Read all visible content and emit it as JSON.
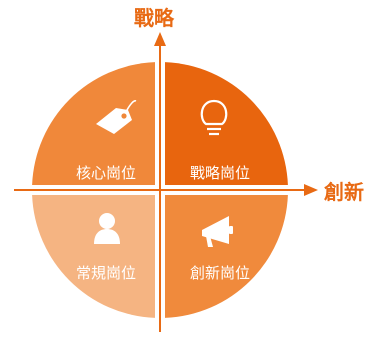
{
  "axes": {
    "vertical_label": "戰略",
    "horizontal_label": "創新"
  },
  "quadrants": {
    "top_left": {
      "label": "核心崗位",
      "icon": "tag-icon",
      "color": "#f0883a"
    },
    "top_right": {
      "label": "戰略崗位",
      "icon": "lightbulb-icon",
      "color": "#e8650e"
    },
    "bottom_left": {
      "label": "常規崗位",
      "icon": "user-icon",
      "color": "#f5b482"
    },
    "bottom_right": {
      "label": "創新崗位",
      "icon": "megaphone-icon",
      "color": "#f08a3c"
    }
  },
  "colors": {
    "axis": "#e86a14"
  }
}
